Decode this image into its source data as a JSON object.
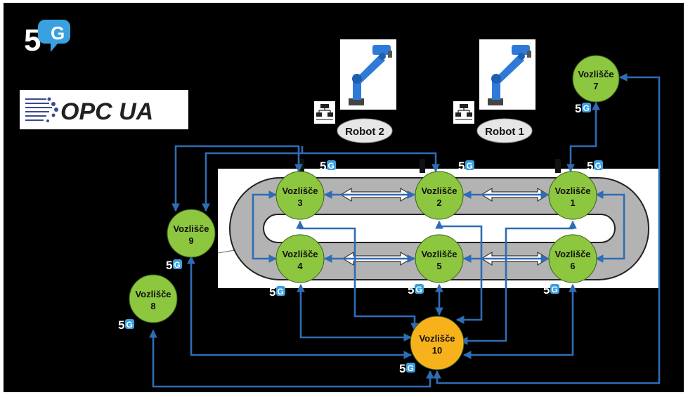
{
  "logo": {
    "main": "5",
    "accent": "G"
  },
  "opc_logo": {
    "text": "OPC UA"
  },
  "badge": {
    "main": "5",
    "accent": "G"
  },
  "robots": [
    {
      "id": "robot-2",
      "label": "Robot 2"
    },
    {
      "id": "robot-1",
      "label": "Robot 1"
    }
  ],
  "nodes": [
    {
      "id": "1",
      "label": "Vozlišče",
      "number": "1",
      "color": "#8dc63f"
    },
    {
      "id": "2",
      "label": "Vozlišče",
      "number": "2",
      "color": "#8dc63f"
    },
    {
      "id": "3",
      "label": "Vozlišče",
      "number": "3",
      "color": "#8dc63f"
    },
    {
      "id": "4",
      "label": "Vozlišče",
      "number": "4",
      "color": "#8dc63f"
    },
    {
      "id": "5",
      "label": "Vozlišče",
      "number": "5",
      "color": "#8dc63f"
    },
    {
      "id": "6",
      "label": "Vozlišče",
      "number": "6",
      "color": "#8dc63f"
    },
    {
      "id": "7",
      "label": "Vozlišče",
      "number": "7",
      "color": "#8dc63f"
    },
    {
      "id": "8",
      "label": "Vozlišče",
      "number": "8",
      "color": "#8dc63f"
    },
    {
      "id": "9",
      "label": "Vozlišče",
      "number": "9",
      "color": "#8dc63f"
    },
    {
      "id": "10",
      "label": "Vozlišče",
      "number": "10",
      "color": "#f7b21b"
    }
  ],
  "colors": {
    "background": "#000000",
    "frame": "#ffffff",
    "link": "#2e6db4",
    "conveyor": "#b3b3b3",
    "node_green": "#8dc63f",
    "node_orange": "#f7b21b",
    "g_blue": "#3aa0e0"
  }
}
